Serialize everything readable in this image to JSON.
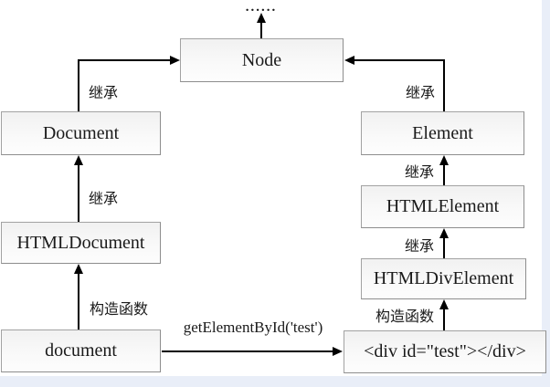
{
  "diagram": {
    "title_hint": "DOM prototype/inheritance diagram",
    "ellipsis": "......",
    "nodes": [
      {
        "id": "node",
        "label": "Node"
      },
      {
        "id": "document-class",
        "label": "Document"
      },
      {
        "id": "html-document",
        "label": "HTMLDocument"
      },
      {
        "id": "document-object",
        "label": "document"
      },
      {
        "id": "element",
        "label": "Element"
      },
      {
        "id": "html-element",
        "label": "HTMLElement"
      },
      {
        "id": "html-div-element",
        "label": "HTMLDivElement"
      },
      {
        "id": "div-instance",
        "label": "<div id=\"test\"></div>"
      }
    ],
    "edges": [
      {
        "from": "Node",
        "to": "......",
        "label": ""
      },
      {
        "from": "Document",
        "to": "Node",
        "label": "继承"
      },
      {
        "from": "Element",
        "to": "Node",
        "label": "继承"
      },
      {
        "from": "HTMLDocument",
        "to": "Document",
        "label": "继承"
      },
      {
        "from": "HTMLElement",
        "to": "Element",
        "label": "继承"
      },
      {
        "from": "HTMLDivElement",
        "to": "HTMLElement",
        "label": "继承"
      },
      {
        "from": "document",
        "to": "HTMLDocument",
        "label": "构造函数"
      },
      {
        "from": "<div id=\"test\"></div>",
        "to": "HTMLDivElement",
        "label": "构造函数"
      },
      {
        "from": "document",
        "to": "<div id=\"test\"></div>",
        "label": "getElementById('test')"
      }
    ],
    "colors": {
      "box_border": "#a2a2a2",
      "box_fill_top": "#f1f1f1",
      "box_fill_bottom": "#fdfdfd",
      "arrow": "#000000",
      "page_edge": "#e9eef8"
    }
  }
}
